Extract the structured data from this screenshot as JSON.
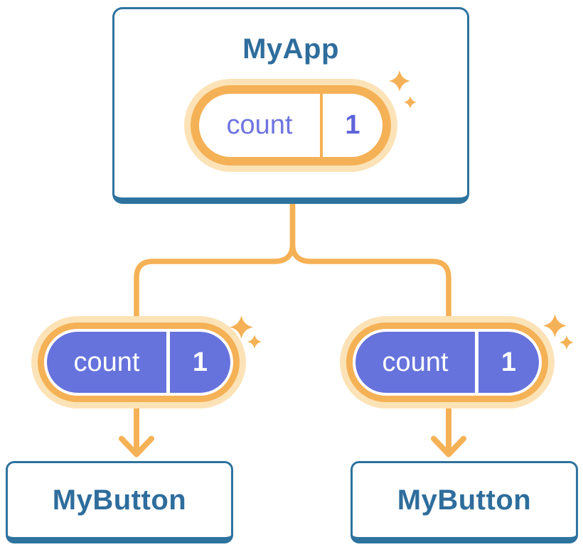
{
  "diagram_type": "react-component-tree",
  "colors": {
    "accent_orange": "#F5B156",
    "halo_orange": "#FCE3B7",
    "state_purple": "#6673DC",
    "purple_text": "#6F74E0",
    "value_purple": "#5E65D9",
    "card_blue_border": "#2E739E",
    "card_blue_text": "#2E6D9C",
    "card_bg": "#FFFFFF"
  },
  "icons": {
    "sparkle": "sparkle-icon",
    "arrow_down": "arrow-down-icon"
  },
  "tree": {
    "root": {
      "title": "MyApp",
      "state": {
        "label": "count",
        "value": "1"
      }
    },
    "edges": [
      {
        "state": {
          "label": "count",
          "value": "1"
        }
      },
      {
        "state": {
          "label": "count",
          "value": "1"
        }
      }
    ],
    "children": [
      {
        "title": "MyButton"
      },
      {
        "title": "MyButton"
      }
    ]
  }
}
